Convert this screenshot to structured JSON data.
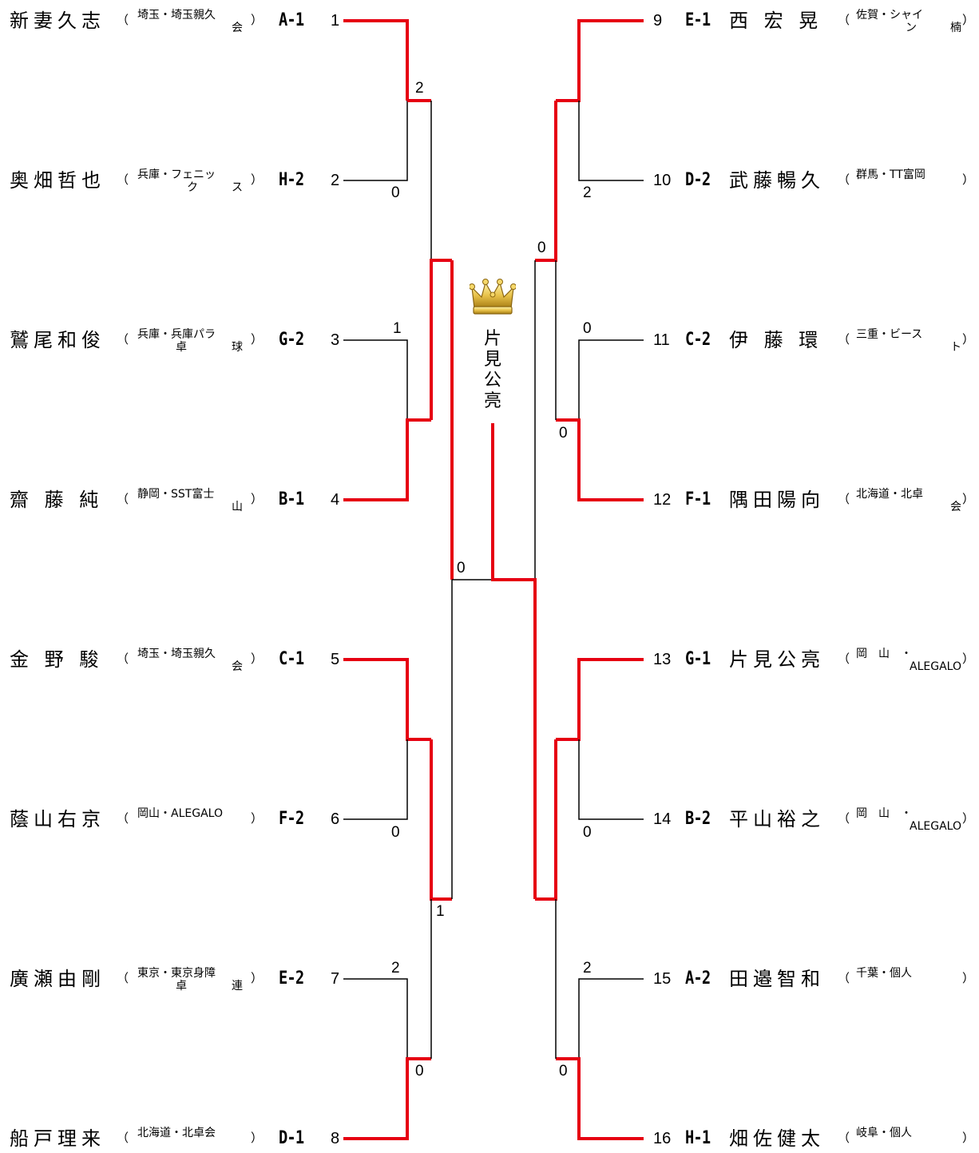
{
  "champion": {
    "name": "片見公亮",
    "icon": "crown-icon"
  },
  "colors": {
    "winner_line": "#e60012",
    "loser_line": "#000000"
  },
  "left_entries": [
    {
      "name": "新妻久志",
      "team": [
        "埼玉・埼玉親久",
        "会"
      ],
      "seed": "A-1",
      "num": "1"
    },
    {
      "name": "奥畑哲也",
      "team": [
        "兵庫・フェニッ",
        "ク　　　ス"
      ],
      "seed": "H-2",
      "num": "2"
    },
    {
      "name": "鷲尾和俊",
      "team": [
        "兵庫・兵庫パラ",
        "卓　　　　球"
      ],
      "seed": "G-2",
      "num": "3"
    },
    {
      "name": "齋 藤 純",
      "team": [
        "静岡・SST富士",
        "山"
      ],
      "seed": "B-1",
      "num": "4"
    },
    {
      "name": "金 野 駿",
      "team": [
        "埼玉・埼玉親久",
        "会"
      ],
      "seed": "C-1",
      "num": "5"
    },
    {
      "name": "蔭山右京",
      "team": [
        "岡山・ALEGALO",
        ""
      ],
      "seed": "F-2",
      "num": "6"
    },
    {
      "name": "廣瀬由剛",
      "team": [
        "東京・東京身障",
        "卓　　　　連"
      ],
      "seed": "E-2",
      "num": "7"
    },
    {
      "name": "船戸理来",
      "team": [
        "北海道・北卓会",
        ""
      ],
      "seed": "D-1",
      "num": "8"
    }
  ],
  "right_entries": [
    {
      "name": "西 宏 晃",
      "team": [
        "佐賀・シャイ",
        "ン　　　楠"
      ],
      "seed": "E-1",
      "num": "9"
    },
    {
      "name": "武藤暢久",
      "team": [
        "群馬・TT富岡",
        ""
      ],
      "seed": "D-2",
      "num": "10"
    },
    {
      "name": "伊 藤 環",
      "team": [
        "三重・ビース",
        "ト"
      ],
      "seed": "C-2",
      "num": "11"
    },
    {
      "name": "隅田陽向",
      "team": [
        "北海道・北卓",
        "会"
      ],
      "seed": "F-1",
      "num": "12"
    },
    {
      "name": "片見公亮",
      "team": [
        "岡　山　・",
        "ALEGALO"
      ],
      "seed": "G-1",
      "num": "13"
    },
    {
      "name": "平山裕之",
      "team": [
        "岡　山　・",
        "ALEGALO"
      ],
      "seed": "B-2",
      "num": "14"
    },
    {
      "name": "田邉智和",
      "team": [
        "千葉・個人",
        ""
      ],
      "seed": "A-2",
      "num": "15"
    },
    {
      "name": "畑佐健太",
      "team": [
        "岐阜・個人",
        ""
      ],
      "seed": "H-1",
      "num": "16"
    }
  ],
  "scores": {
    "m1_top": "",
    "m1_bot": "0",
    "m1_winner": "2",
    "m2_top": "1",
    "m2_bot": "",
    "m3_bot": "0",
    "m4_top": "2",
    "m4_bot": "0",
    "m5_top": "",
    "m5_bot": "2",
    "m6_top": "0",
    "m6_bot": "0",
    "m7_top": "",
    "m7_bot": "0",
    "m8_top": "2",
    "m8_bot": "0",
    "qf_left_top": "",
    "qf_left_bot": "1",
    "qf_right_top": "0",
    "qf_right_bot": "",
    "sf_left_top": "",
    "sf_left_bot": "0",
    "paren_open": "（",
    "paren_close": "）"
  }
}
